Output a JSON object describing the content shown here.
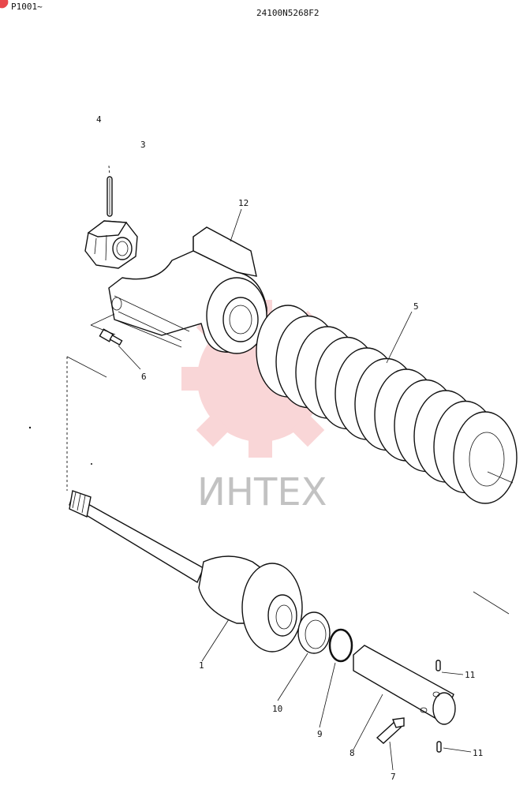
{
  "header": {
    "model_range": "P1001~",
    "drawing_number": "24100N5268F2"
  },
  "watermark": {
    "text": "ИНТЕХ",
    "color": "#e8474c"
  },
  "callouts": {
    "c1": "1",
    "c3": "3",
    "c4": "4",
    "c5": "5",
    "c6": "6",
    "c7": "7",
    "c8": "8",
    "c9": "9",
    "c10": "10",
    "c11a": "11",
    "c11b": "11",
    "c12": "12"
  }
}
